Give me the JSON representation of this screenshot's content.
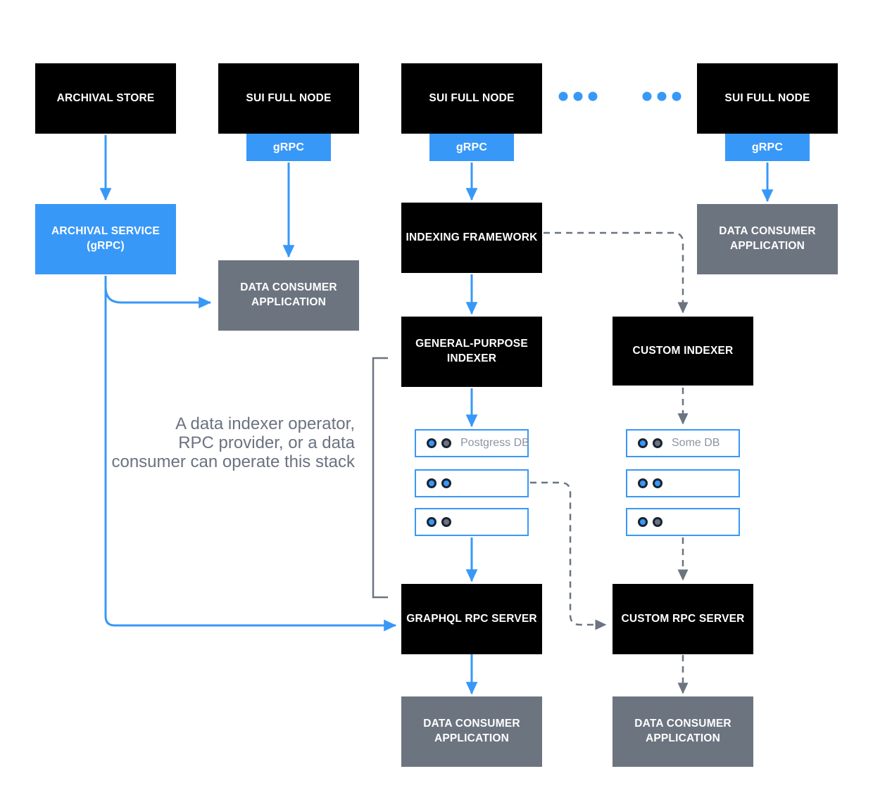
{
  "colors": {
    "accent_blue": "#3898F8",
    "box_black": "#000000",
    "box_gray": "#6C7480",
    "dashed_line_gray": "#6B7480",
    "note_text_gray": "#6B7280",
    "db_label_gray": "#8C94A3",
    "dot_ring": "#1A2330"
  },
  "nodes": {
    "archival_store": "ARCHIVAL STORE",
    "sui_full_node": "SUI FULL NODE",
    "grpc": "gRPC",
    "archival_service": "ARCHIVAL SERVICE (gRPC)",
    "data_consumer_application": "DATA CONSUMER APPLICATION",
    "indexing_framework": "INDEXING FRAMEWORK",
    "general_purpose_indexer": "GENERAL-PURPOSE INDEXER",
    "custom_indexer": "CUSTOM INDEXER",
    "graphql_rpc_server": "GRAPHQL RPC SERVER",
    "custom_rpc_server": "CUSTOM RPC SERVER"
  },
  "db_stacks": {
    "left": {
      "rows": [
        {
          "label": "Postgress DB",
          "dots": [
            "blue",
            "gray"
          ]
        },
        {
          "label": "",
          "dots": [
            "blue",
            "blue"
          ]
        },
        {
          "label": "",
          "dots": [
            "blue",
            "gray"
          ]
        }
      ]
    },
    "right": {
      "rows": [
        {
          "label": "Some DB",
          "dots": [
            "blue",
            "gray"
          ]
        },
        {
          "label": "",
          "dots": [
            "blue",
            "blue"
          ]
        },
        {
          "label": "",
          "dots": [
            "blue",
            "gray"
          ]
        }
      ]
    }
  },
  "note": {
    "lines": [
      "A data indexer operator,",
      "RPC provider, or a data",
      "consumer can operate this stack"
    ]
  }
}
